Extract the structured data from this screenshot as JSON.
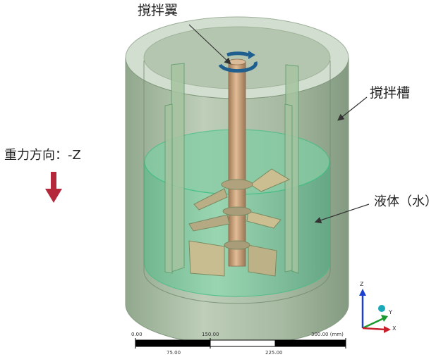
{
  "labels": {
    "impeller": "撹拌翼",
    "tank": "撹拌槽",
    "gravity": "重力方向：-Z",
    "liquid": "液体（水）"
  },
  "scale_bar": {
    "top_ticks": [
      "0.00",
      "150.00",
      "300.00 (mm)"
    ],
    "bottom_ticks": [
      "75.00",
      "225.00"
    ]
  },
  "triad": {
    "z": "Z",
    "y": "Y",
    "x": "X"
  },
  "colors": {
    "tank_glass": "#8fa98a",
    "liquid": "#5fcf9a",
    "shaft": "#c9a27a",
    "rotation_arrow": "#1f5f8f",
    "gravity_arrow": "#b5283c"
  }
}
